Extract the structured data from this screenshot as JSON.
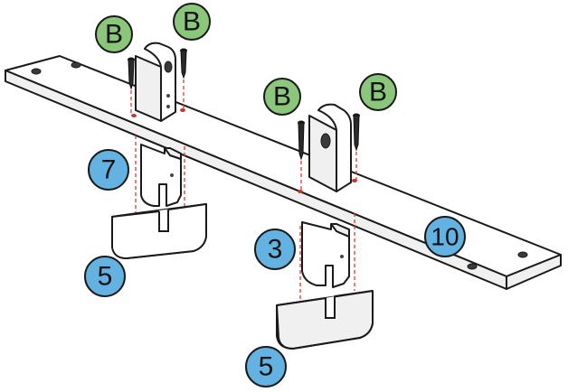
{
  "colors": {
    "hardware_badge": "#8bc77b",
    "part_badge": "#63b2e2",
    "guide_line": "#e03a2f"
  },
  "badges": {
    "hardware": [
      {
        "label": "B"
      },
      {
        "label": "B"
      },
      {
        "label": "B"
      },
      {
        "label": "B"
      }
    ],
    "parts": [
      {
        "label": "7"
      },
      {
        "label": "3"
      },
      {
        "label": "5"
      },
      {
        "label": "5"
      },
      {
        "label": "10"
      }
    ]
  }
}
